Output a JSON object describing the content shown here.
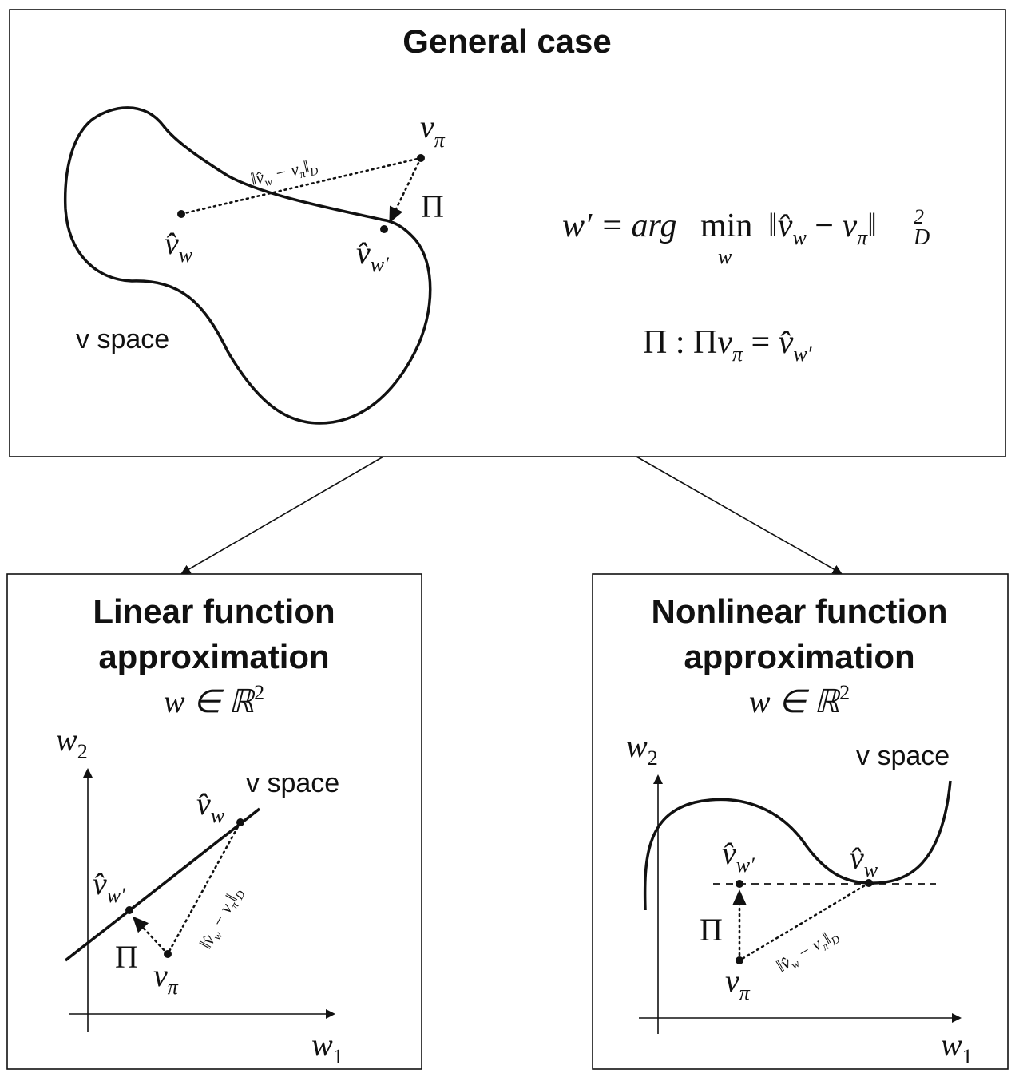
{
  "general": {
    "title": "General case",
    "space_label": "v space",
    "eq1": {
      "lhs": "w′ = arg",
      "min": "min",
      "min_sub": "w",
      "norm_open": "‖",
      "vhat": "v̂",
      "vhat_sub": "w",
      "minus": " − ",
      "v": "v",
      "v_sub": "π",
      "norm_close": "‖",
      "sup": "2",
      "sub": "D"
    },
    "eq2": {
      "pi": "Π : Π",
      "v": "v",
      "v_sub": "π",
      "eq": " = ",
      "vhat": "v̂",
      "vhat_sub": "w′"
    },
    "labels": {
      "v_pi": "v",
      "v_pi_sub": "π",
      "vhat_w": "v̂",
      "vhat_w_sub": "w",
      "vhat_wp": "v̂",
      "vhat_wp_sub": "w′",
      "pi": "Π",
      "norm": "‖v̂",
      "norm_sub_w": "w",
      "norm_minus": " − v",
      "norm_sub_pi": "π",
      "norm_close": "‖",
      "norm_sub_d": "D"
    }
  },
  "linear": {
    "title_line1": "Linear function",
    "title_line2": "approximation",
    "domain": "w ∈ ℝ",
    "domain_sup": "2",
    "space_label": "v space",
    "axis_x": "w",
    "axis_x_sub": "1",
    "axis_y": "w",
    "axis_y_sub": "2",
    "labels": {
      "vhat_w": "v̂",
      "vhat_w_sub": "w",
      "vhat_wp": "v̂",
      "vhat_wp_sub": "w′",
      "v_pi": "v",
      "v_pi_sub": "π",
      "pi": "Π",
      "norm": "‖v̂",
      "norm_sub_w": "w",
      "norm_minus": " − v",
      "norm_sub_pi": "π",
      "norm_close": "‖",
      "norm_sub_d": "D"
    }
  },
  "nonlinear": {
    "title_line1": "Nonlinear function",
    "title_line2": "approximation",
    "domain": "w ∈ ℝ",
    "domain_sup": "2",
    "space_label": "v space",
    "axis_x": "w",
    "axis_x_sub": "1",
    "axis_y": "w",
    "axis_y_sub": "2",
    "labels": {
      "vhat_w": "v̂",
      "vhat_w_sub": "w",
      "vhat_wp": "v̂",
      "vhat_wp_sub": "w′",
      "v_pi": "v",
      "v_pi_sub": "π",
      "pi": "Π",
      "norm": "‖v̂",
      "norm_sub_w": "w",
      "norm_minus": " − v",
      "norm_sub_pi": "π",
      "norm_close": "‖",
      "norm_sub_d": "D"
    }
  }
}
